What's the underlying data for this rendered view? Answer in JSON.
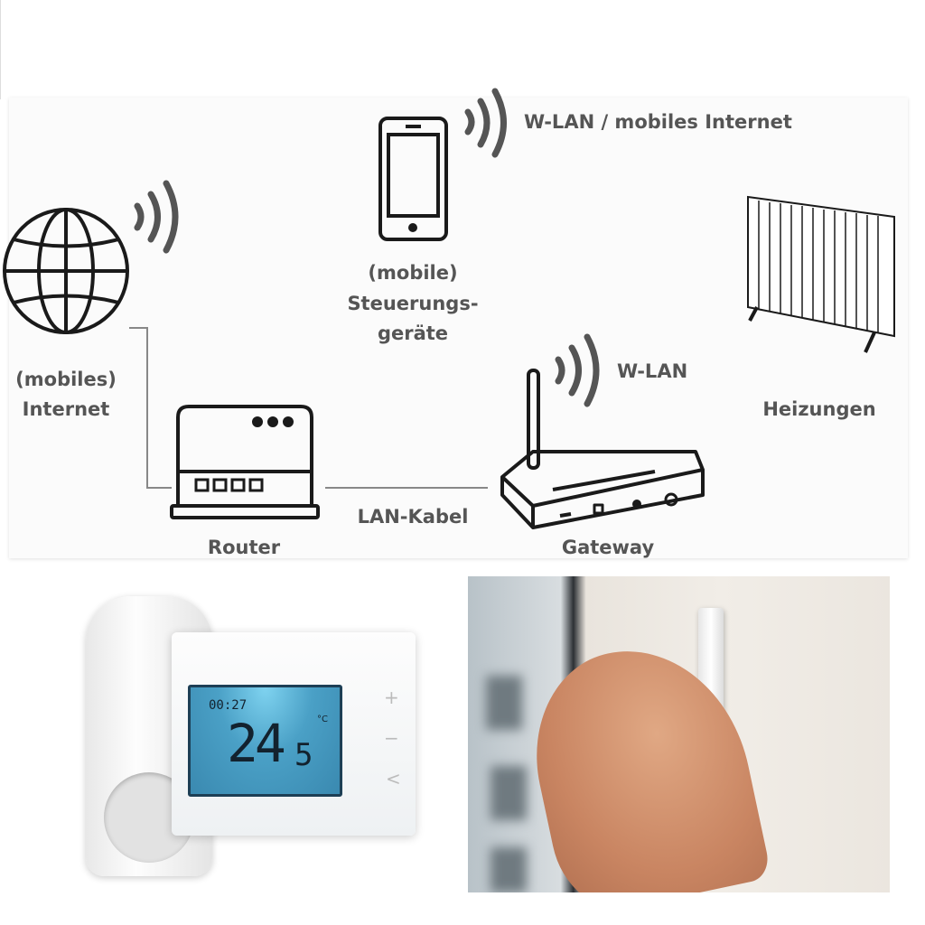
{
  "diagram": {
    "labels": {
      "internet_line1": "(mobiles)",
      "internet_line2": "Internet",
      "mobile_line1": "(mobile)",
      "mobile_line2": "Steuerungs-",
      "mobile_line3": "geräte",
      "wlan_mobile": "W-LAN / mobiles Internet",
      "wlan": "W-LAN",
      "heating": "Heizungen",
      "router": "Router",
      "lan_cable": "LAN-Kabel",
      "gateway": "Gateway"
    },
    "colors": {
      "stroke": "#1a1a1a",
      "wave": "#555555",
      "text": "#555555"
    }
  },
  "photos": {
    "thermostat": {
      "temperature_main": "24",
      "temperature_decimal": "5",
      "unit": "°C",
      "time": "00:27",
      "button_plus": "+",
      "button_minus": "−",
      "button_back": "<"
    }
  }
}
